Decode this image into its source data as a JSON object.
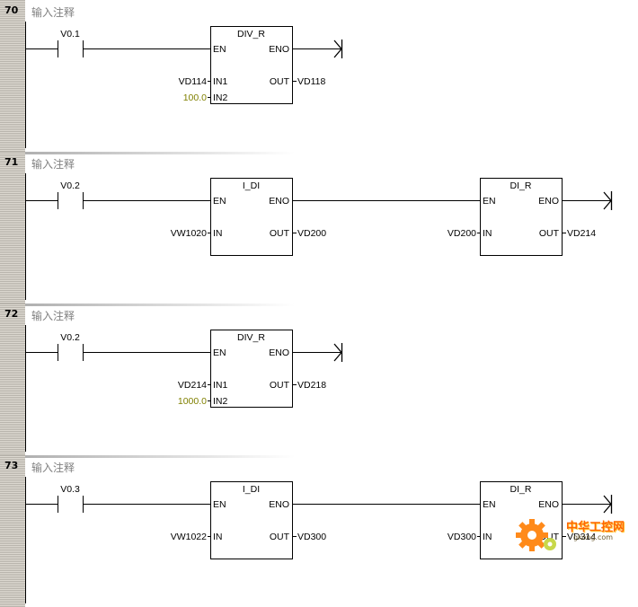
{
  "networks": [
    {
      "number": "70",
      "comment": "输入注释",
      "contact": "V0.1",
      "boxes": [
        {
          "title": "DIV_R",
          "en": "EN",
          "eno": "ENO",
          "inputs": [
            {
              "operand": "VD114",
              "pin": "IN1",
              "const": false
            },
            {
              "operand": "100.0",
              "pin": "IN2",
              "const": true
            }
          ],
          "out_pin": "OUT",
          "out_operand": "VD118"
        }
      ]
    },
    {
      "number": "71",
      "comment": "输入注释",
      "contact": "V0.2",
      "boxes": [
        {
          "title": "I_DI",
          "en": "EN",
          "eno": "ENO",
          "inputs": [
            {
              "operand": "VW1020",
              "pin": "IN",
              "const": false
            }
          ],
          "out_pin": "OUT",
          "out_operand": "VD200"
        },
        {
          "title": "DI_R",
          "en": "EN",
          "eno": "ENO",
          "inputs": [
            {
              "operand": "VD200",
              "pin": "IN",
              "const": false
            }
          ],
          "out_pin": "OUT",
          "out_operand": "VD214"
        }
      ]
    },
    {
      "number": "72",
      "comment": "输入注释",
      "contact": "V0.2",
      "boxes": [
        {
          "title": "DIV_R",
          "en": "EN",
          "eno": "ENO",
          "inputs": [
            {
              "operand": "VD214",
              "pin": "IN1",
              "const": false
            },
            {
              "operand": "1000.0",
              "pin": "IN2",
              "const": true
            }
          ],
          "out_pin": "OUT",
          "out_operand": "VD218"
        }
      ]
    },
    {
      "number": "73",
      "comment": "输入注释",
      "contact": "V0.3",
      "boxes": [
        {
          "title": "I_DI",
          "en": "EN",
          "eno": "ENO",
          "inputs": [
            {
              "operand": "VW1022",
              "pin": "IN",
              "const": false
            }
          ],
          "out_pin": "OUT",
          "out_operand": "VD300"
        },
        {
          "title": "DI_R",
          "en": "EN",
          "eno": "ENO",
          "inputs": [
            {
              "operand": "VD300",
              "pin": "IN",
              "const": false
            }
          ],
          "out_pin": "OUT",
          "out_operand": "VD314"
        }
      ]
    }
  ],
  "watermark": {
    "text": "中华工控网",
    "sub": "gkong.com"
  },
  "colors": {
    "constant": "#808000",
    "gutter": "#d4d0c8",
    "comment": "#808080"
  }
}
